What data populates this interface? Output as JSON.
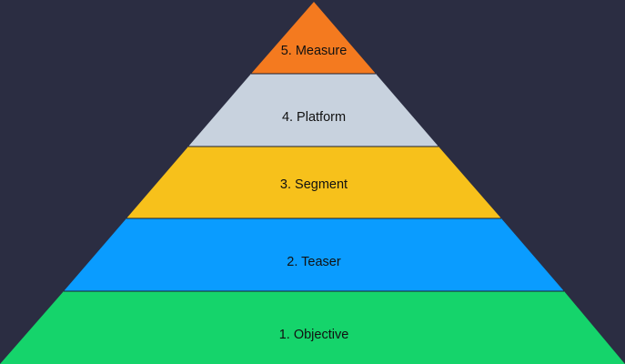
{
  "background_color": "#2b2d42",
  "pyramid": {
    "tiers": [
      {
        "label": "5. Measure",
        "color": "#f47a1f"
      },
      {
        "label": "4. Platform",
        "color": "#c8d2de"
      },
      {
        "label": "3. Segment",
        "color": "#f7c11b"
      },
      {
        "label": "2. Teaser",
        "color": "#0a9cff"
      },
      {
        "label": "1. Objective",
        "color": "#15d46b"
      }
    ]
  }
}
